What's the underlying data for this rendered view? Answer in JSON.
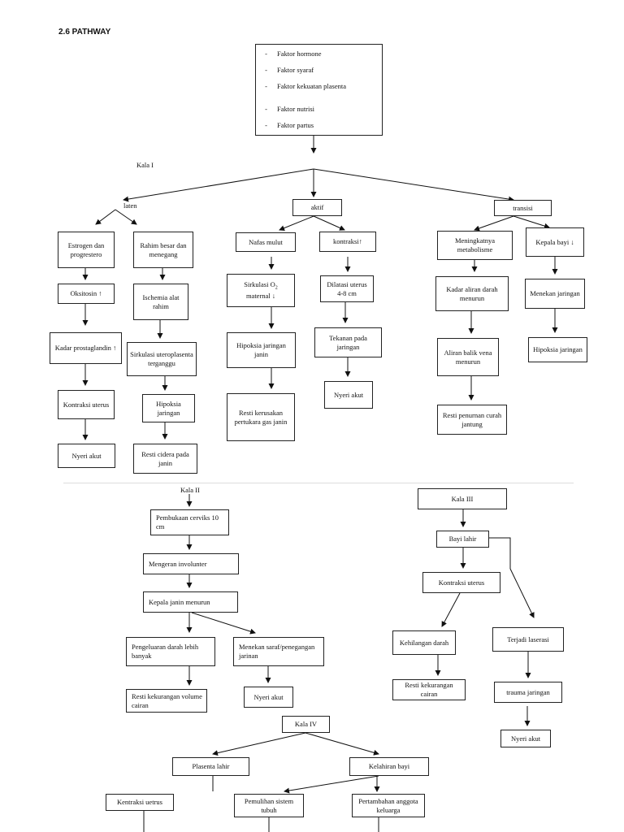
{
  "heading": "2.6 PATHWAY",
  "factors": [
    "Faktor hormone",
    "Faktor syaraf",
    "Faktor kekuatan plasenta",
    "Faktor nutrisi",
    "Faktor partus"
  ],
  "factor_dash": "-",
  "kala1": {
    "label": "Kala I",
    "laten": "laten",
    "aktif": "aktif",
    "transisi": "transisi",
    "estrogen": "Estrogen dan progrestero",
    "rahim": "Rahim besar dan menegang",
    "oksitosin": "Oksitosin ↑",
    "ischemia": "Ischemia alat rahim",
    "prostaglandin": "Kadar prostaglandin ↑",
    "sirkulasi_utero": "Sirkulasi uteroplasenta terganggu",
    "kontraksi_uterus": "Kontraksi uterus",
    "hipoksia_jaringan_laten": "Hipoksia jaringan",
    "nyeri_akut_laten": "Nyeri akut",
    "resti_cidera": "Resti cidera pada janin",
    "nafas_mulut": "Nafas mulut",
    "kontraksi_aktif": "kontraksi↑",
    "sirkulasi_o2_prefix": "Sirkulasi O",
    "sirkulasi_o2_sub": "2",
    "sirkulasi_o2_suffix": "maternal ↓",
    "dilatasi": "Dilatasi uterus 4-8 cm",
    "hipoksia_janin": "Hipoksia jaringan janin",
    "tekanan": "Tekanan pada jaringan",
    "resti_kerusakan": "Resti kerusakan pertukara gas janin",
    "nyeri_akut_aktif": "Nyeri akut",
    "meningkatnya": "Meningkatnya metabolisme",
    "kepala_bayi": "Kepala bayi ↓",
    "kadar_aliran": "Kadar aliran darah menurun",
    "menekan_jaringan": "Menekan jaringan",
    "aliran_balik": "Aliran balik vena menurun",
    "hipoksia_jaringan_transisi": "Hipoksia jaringan",
    "resti_penurunan": "Resti penurnan curah jantung"
  },
  "kala2": {
    "label": "Kala II",
    "pembukaan": "Pembukaan cerviks 10 cm",
    "mengeran": "Mengeran involunter",
    "kepala_janin": "Kepala janin menurun",
    "pengeluaran": "Pengeluaran darah lebih banyak",
    "menekan_saraf": "Menekan saraf/penegangan jarinan",
    "resti_volume": "Resti kekurangan volume cairan",
    "nyeri_akut": "Nyeri akut"
  },
  "kala3": {
    "label": "Kala III",
    "bayi_lahir": "Bayi lahir",
    "kontraksi_uterus": "Kontraksi uterus",
    "kehilangan": "Kehilangan darah",
    "laserasi": "Terjadi laserasi",
    "resti_cairan": "Resti kekurangan cairan",
    "trauma": "trauma jaringan",
    "nyeri_akut": "Nyeri akut"
  },
  "kala4": {
    "label": "Kala IV",
    "plasenta": "Plasenta lahir",
    "kelahiran": "Kelahiran bayi",
    "kontraksi": "Kentraksi uetrus",
    "pemulihan": "Pemulihan sistem tubuh",
    "pertambahan": "Pertambahan anggota keluarga"
  }
}
